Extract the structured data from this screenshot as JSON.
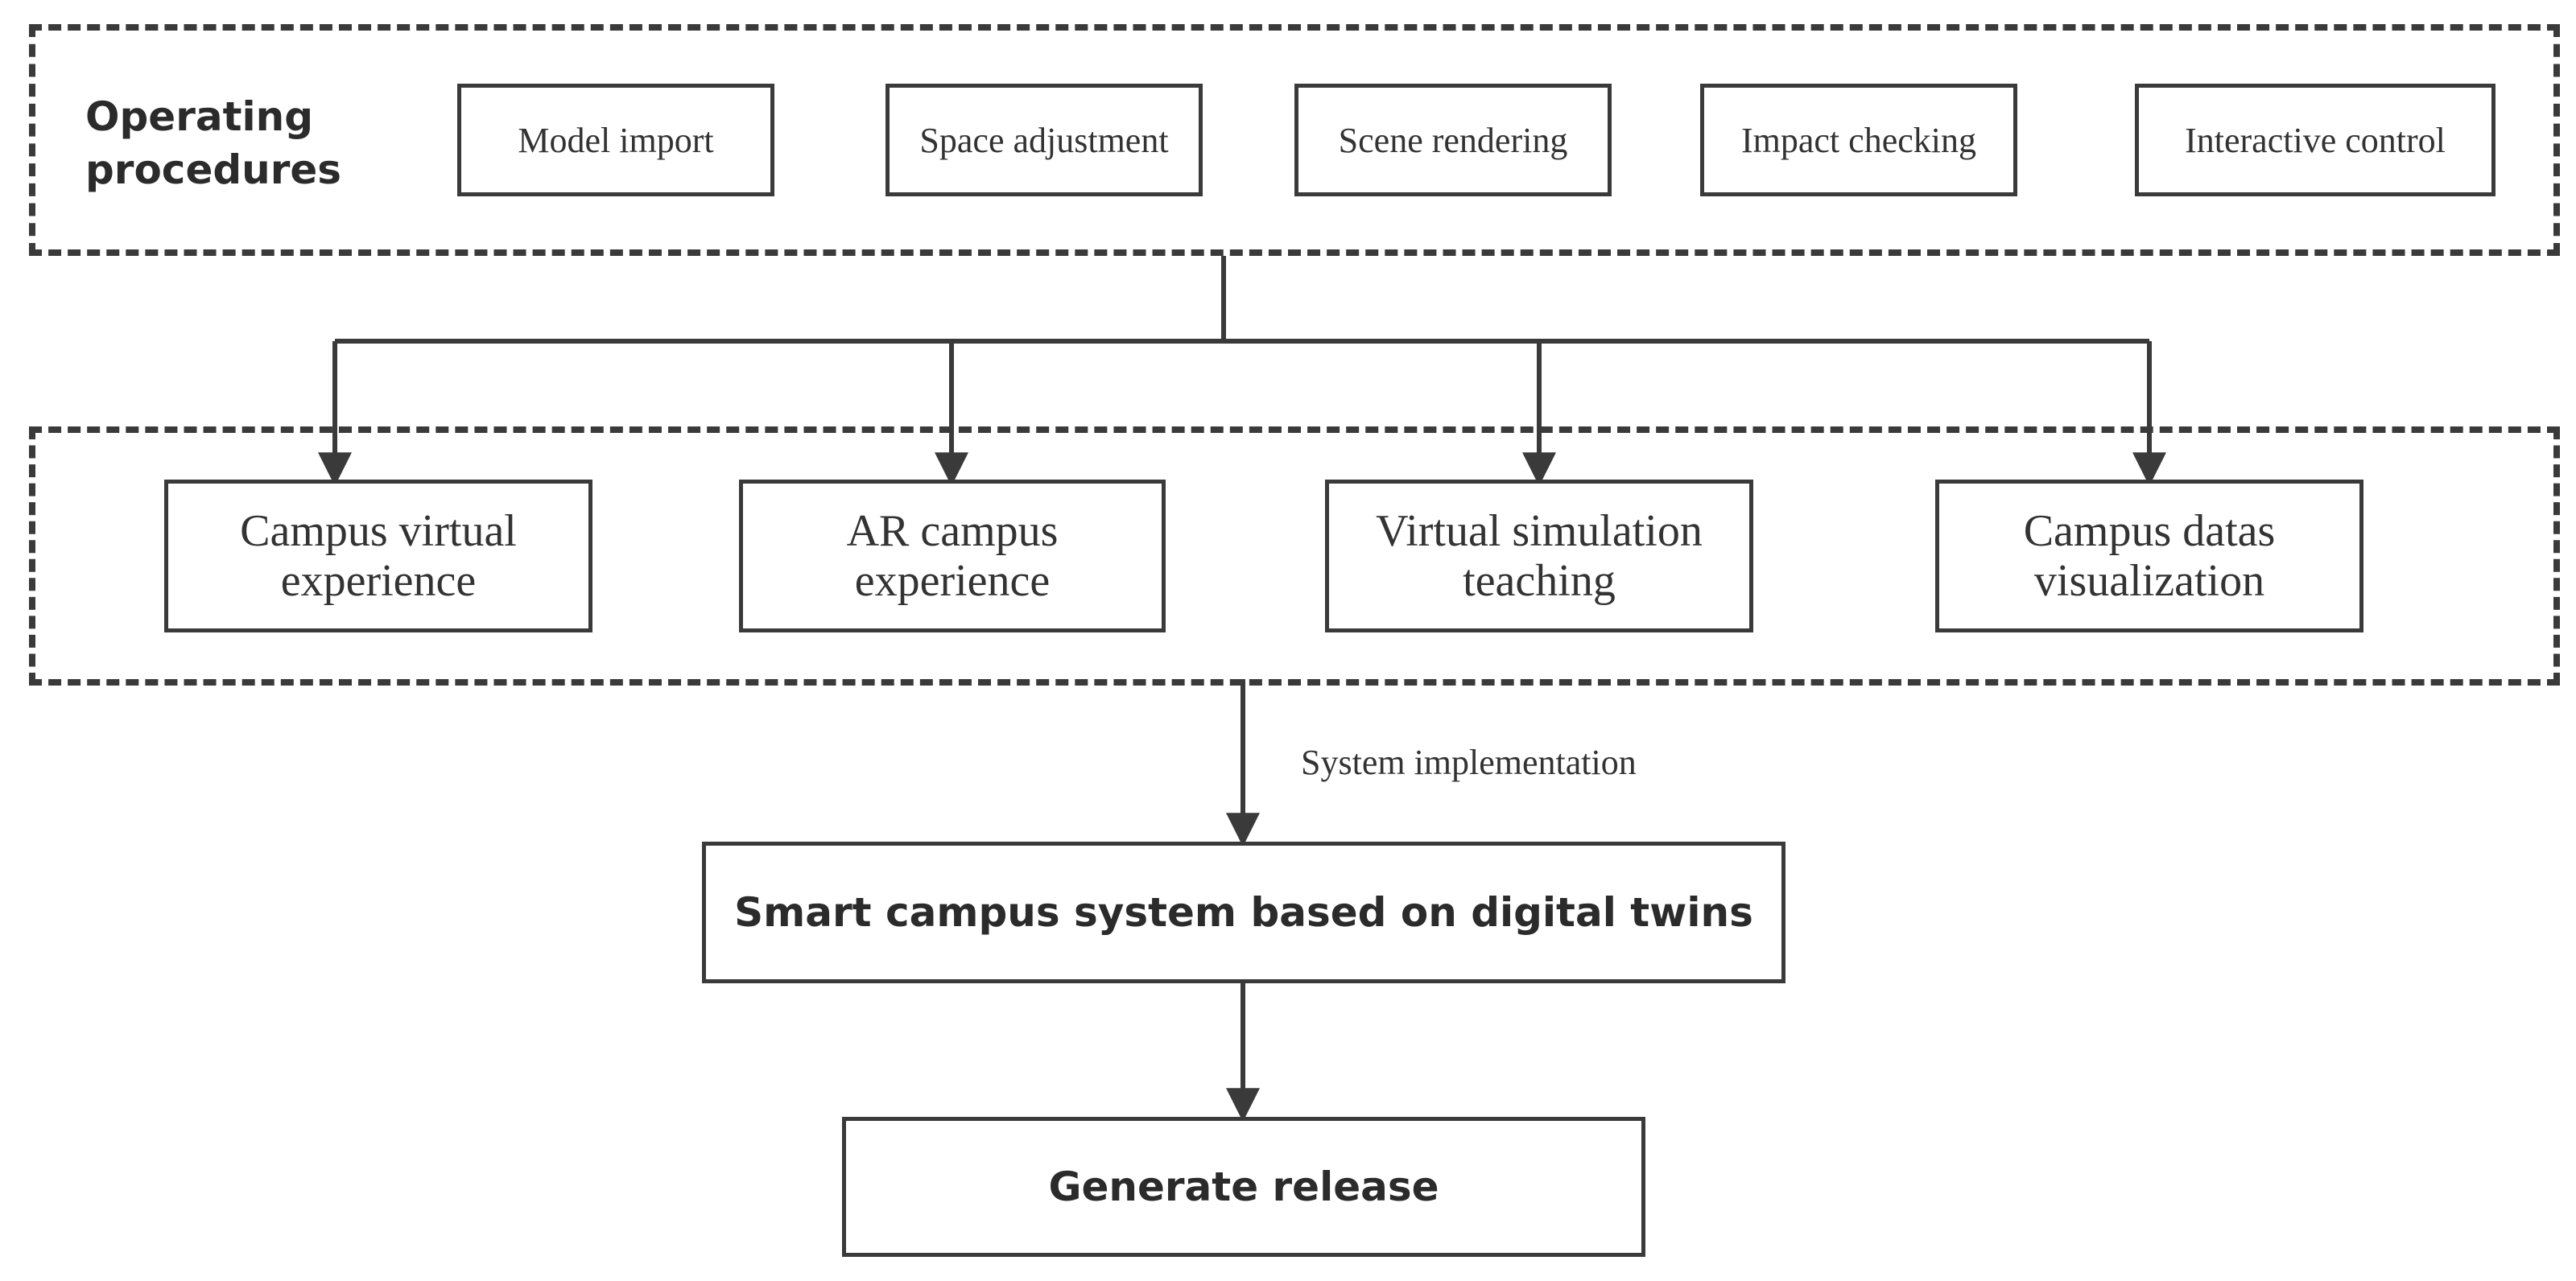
{
  "operating": {
    "title_line1": "Operating",
    "title_line2": "procedures",
    "steps": [
      "Model import",
      "Space adjustment",
      "Scene rendering",
      "Impact checking",
      "Interactive control"
    ]
  },
  "applications": [
    {
      "line1": "Campus virtual",
      "line2": "experience"
    },
    {
      "line1": "AR campus",
      "line2": "experience"
    },
    {
      "line1": "Virtual simulation",
      "line2": "teaching"
    },
    {
      "line1": "Campus datas",
      "line2": "visualization"
    }
  ],
  "edge_label": "System implementation",
  "system_box": "Smart campus system based on digital twins",
  "release_box": "Generate release",
  "colors": {
    "stroke": "#3a3a3a",
    "text": "#333333",
    "background": "#ffffff"
  }
}
